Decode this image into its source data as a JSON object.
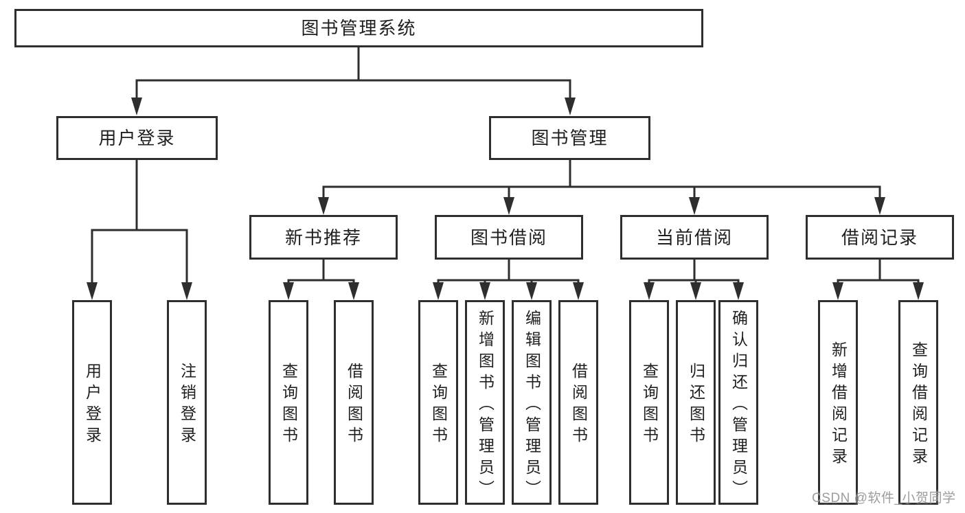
{
  "tree": {
    "label": "图书管理系统",
    "children": [
      {
        "label": "用户登录",
        "children": [
          {
            "label": "用户登录"
          },
          {
            "label": "注销登录"
          }
        ]
      },
      {
        "label": "图书管理",
        "children": [
          {
            "label": "新书推荐",
            "children": [
              {
                "label": "查询图书"
              },
              {
                "label": "借阅图书"
              }
            ]
          },
          {
            "label": "图书借阅",
            "children": [
              {
                "label": "查询图书"
              },
              {
                "label": "新增图书（管理员）"
              },
              {
                "label": "编辑图书（管理员）"
              },
              {
                "label": "借阅图书"
              }
            ]
          },
          {
            "label": "当前借阅",
            "children": [
              {
                "label": "查询图书"
              },
              {
                "label": "归还图书"
              },
              {
                "label": "确认归还（管理员）"
              }
            ]
          },
          {
            "label": "借阅记录",
            "children": [
              {
                "label": "新增借阅记录"
              },
              {
                "label": "查询借阅记录"
              }
            ]
          }
        ]
      }
    ]
  },
  "watermark": {
    "text": "CSDN @软件_小贺同学"
  },
  "colors": {
    "line": "#2e2e2e",
    "box_border": "#2e2e2e",
    "text": "#1f1f1f",
    "background": "#ffffff",
    "watermark": "#949494"
  }
}
